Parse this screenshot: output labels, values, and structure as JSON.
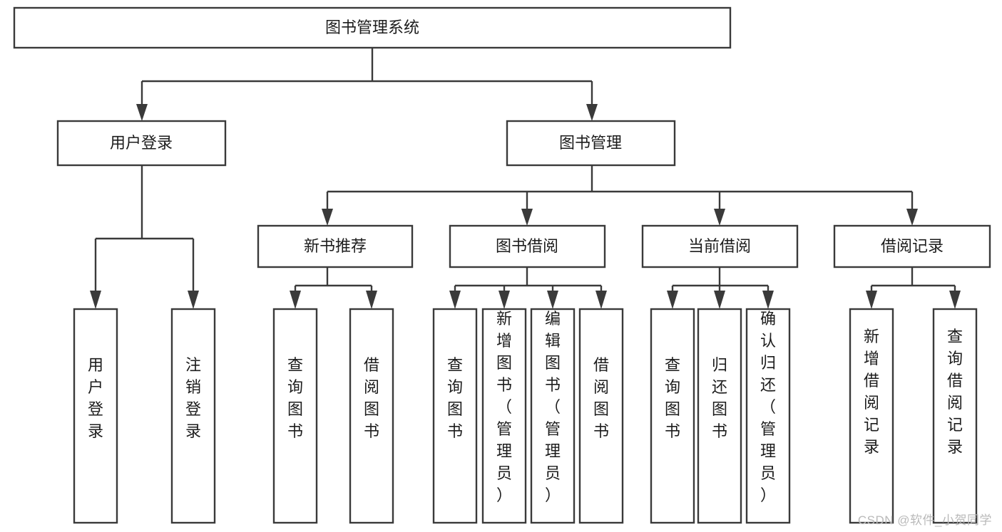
{
  "diagram": {
    "type": "tree",
    "title": "图书管理系统",
    "orientation": "top-down",
    "colors": {
      "box_fill": "#ffffff",
      "box_stroke": "#3a3a3a",
      "text": "#1c1c1c",
      "watermark": "#b9b9b9",
      "background": "#ffffff"
    },
    "root": {
      "label": "图书管理系统",
      "text_orientation": "horizontal"
    },
    "level2": [
      {
        "label": "用户登录",
        "text_orientation": "horizontal"
      },
      {
        "label": "图书管理",
        "text_orientation": "horizontal"
      }
    ],
    "level3": [
      {
        "label": "新书推荐",
        "text_orientation": "horizontal"
      },
      {
        "label": "图书借阅",
        "text_orientation": "horizontal"
      },
      {
        "label": "当前借阅",
        "text_orientation": "horizontal"
      },
      {
        "label": "借阅记录",
        "text_orientation": "horizontal"
      }
    ],
    "leaves": {
      "user_login": [
        {
          "label": "用户登录",
          "text_orientation": "vertical"
        },
        {
          "label": "注销登录",
          "text_orientation": "vertical"
        }
      ],
      "new_book_recommend": [
        {
          "label": "查询图书",
          "text_orientation": "vertical"
        },
        {
          "label": "借阅图书",
          "text_orientation": "vertical"
        }
      ],
      "book_borrow": [
        {
          "label": "查询图书",
          "text_orientation": "vertical"
        },
        {
          "label": "新增图书（管理员）",
          "text_orientation": "vertical"
        },
        {
          "label": "编辑图书（管理员）",
          "text_orientation": "vertical"
        },
        {
          "label": "借阅图书",
          "text_orientation": "vertical"
        }
      ],
      "current_borrow": [
        {
          "label": "查询图书",
          "text_orientation": "vertical"
        },
        {
          "label": "归还图书",
          "text_orientation": "vertical"
        },
        {
          "label": "确认归还（管理员）",
          "text_orientation": "vertical"
        }
      ],
      "borrow_record": [
        {
          "label": "新增借阅记录",
          "text_orientation": "vertical"
        },
        {
          "label": "查询借阅记录",
          "text_orientation": "vertical"
        }
      ]
    }
  },
  "watermark": {
    "text": "CSDN @软件_小贺同学"
  }
}
